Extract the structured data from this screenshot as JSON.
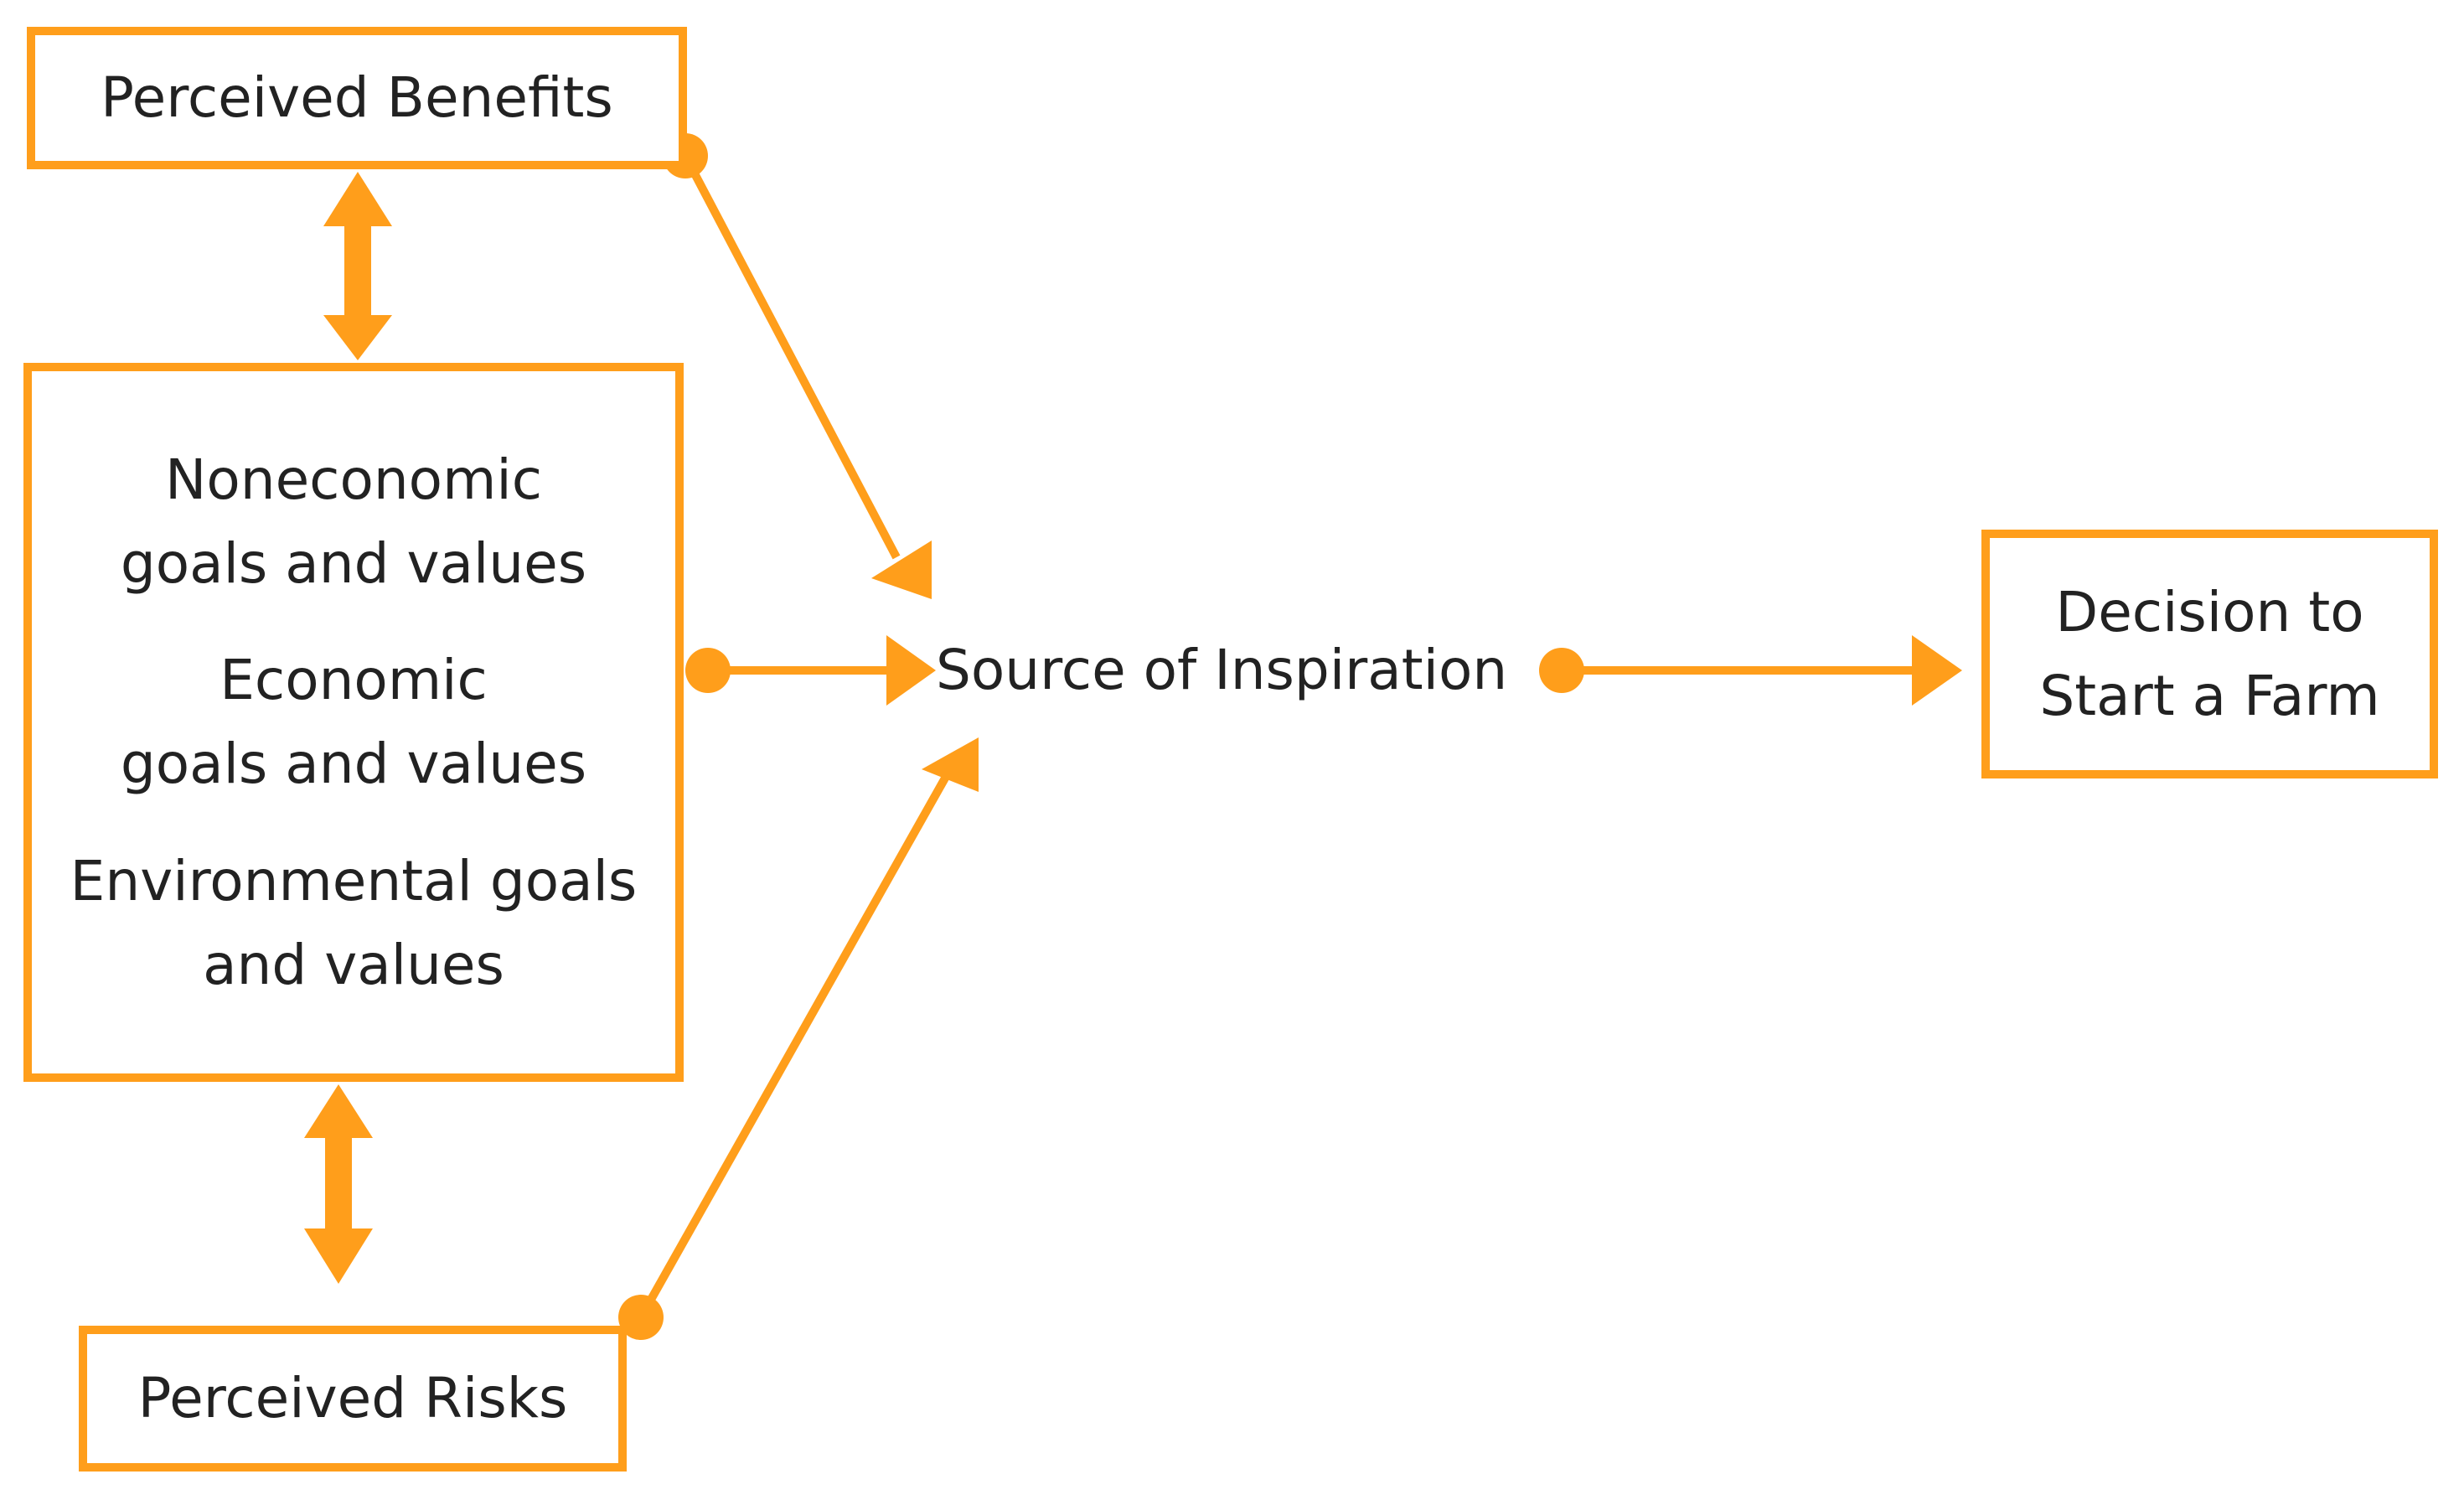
{
  "colors": {
    "accent": "#FF9E1B",
    "text": "#222222",
    "background": "#ffffff"
  },
  "nodes": {
    "perceived_benefits": "Perceived Benefits",
    "goals": [
      {
        "line1": "Noneconomic",
        "line2": "goals and values"
      },
      {
        "line1": "Economic",
        "line2": "goals and values"
      },
      {
        "line1": "Environmental goals",
        "line2": "and values"
      }
    ],
    "perceived_risks": "Perceived Risks",
    "source_of_inspiration": "Source of Inspiration",
    "decision": {
      "line1": "Decision to",
      "line2": "Start a Farm"
    }
  },
  "edges": [
    {
      "from": "perceived_benefits",
      "to": "goals",
      "style": "double-arrow"
    },
    {
      "from": "goals",
      "to": "perceived_risks",
      "style": "double-arrow"
    },
    {
      "from": "perceived_benefits",
      "to": "source_of_inspiration",
      "style": "dot-to-arrow"
    },
    {
      "from": "goals",
      "to": "source_of_inspiration",
      "style": "dot-to-arrow"
    },
    {
      "from": "perceived_risks",
      "to": "source_of_inspiration",
      "style": "dot-to-arrow"
    },
    {
      "from": "source_of_inspiration",
      "to": "decision",
      "style": "dot-to-arrow"
    }
  ]
}
